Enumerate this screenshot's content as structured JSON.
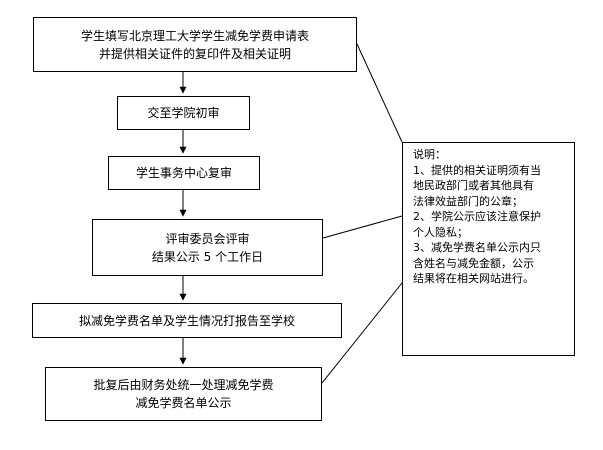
{
  "flow": {
    "step1": {
      "line1": "学生填写北京理工大学学生减免学费申请表",
      "line2": "并提供相关证件的复印件及相关证明"
    },
    "step2": {
      "text": "交至学院初审"
    },
    "step3": {
      "text": "学生事务中心复审"
    },
    "step4": {
      "line1": "评审委员会评审",
      "line2": "结果公示 5 个工作日"
    },
    "step5": {
      "text": "拟减免学费名单及学生情况打报告至学校"
    },
    "step6": {
      "line1": "批复后由财务处统一处理减免学费",
      "line2": "减免学费名单公示"
    }
  },
  "note": {
    "title": "说明：",
    "lines": [
      "1、提供的相关证明须有当",
      "地民政部门或者其他具有",
      "法律效益部门的公章；",
      "2、学院公示应该注意保护",
      "个人隐私；",
      "3、减免学费名单公示内只",
      "含姓名与减免金额，公示",
      "结果将在相关网站进行。"
    ]
  }
}
